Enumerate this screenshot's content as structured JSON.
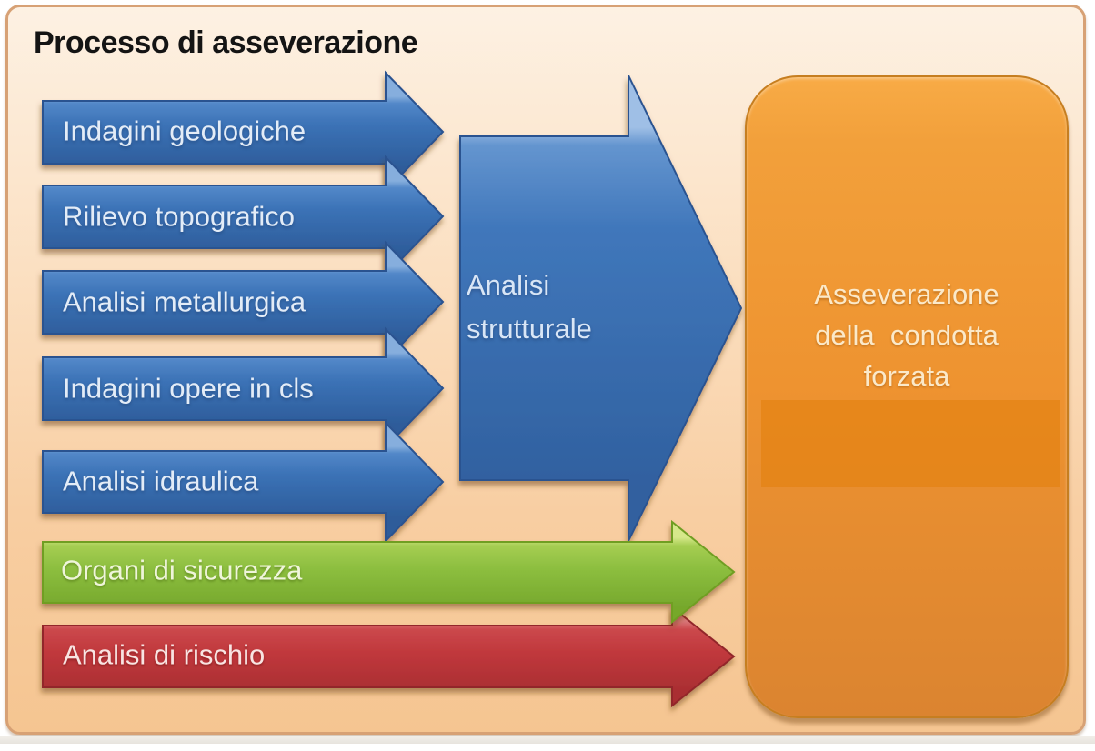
{
  "title": "Processo di asseverazione",
  "diagram": {
    "input_arrows": [
      {
        "label": "Indagini geologiche"
      },
      {
        "label": "Rilievo topografico"
      },
      {
        "label": "Analisi metallurgica"
      },
      {
        "label": "Indagini opere in cls"
      },
      {
        "label": "Analisi idraulica"
      }
    ],
    "central_arrow": {
      "line1": "Analisi",
      "line2": "strutturale"
    },
    "support_arrows": [
      {
        "label": "Organi di sicurezza"
      },
      {
        "label": "Analisi di rischio"
      }
    ],
    "output_box": {
      "line1": "Asseverazione",
      "line2": "della  condotta",
      "line3": "forzata"
    }
  },
  "colors": {
    "canvas_background_top": "#FDF1E3",
    "canvas_background_bottom": "#F5C591",
    "canvas_border": "#D7A175",
    "blue_arrow": "#3B72B6",
    "green_arrow": "#8CBE3F",
    "red_arrow": "#C0383C",
    "orange_box": "#EE9330",
    "orange_box_band": "#E78A14",
    "title_text": "#141414",
    "arrow_text": "#E3ECF7",
    "output_text": "#FBE9C9"
  }
}
